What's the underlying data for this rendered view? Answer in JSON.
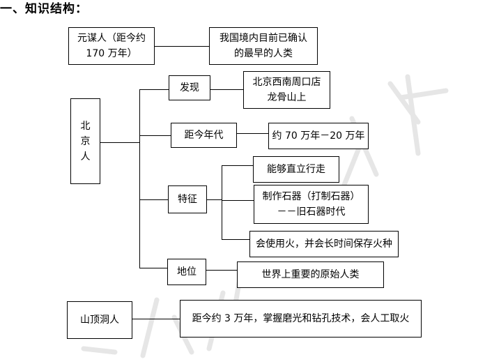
{
  "heading": "一、知识结构：",
  "nodes": {
    "yuanmou": "元谋人（距今约\n170 万年）",
    "yuanmou_desc": "我国境内目前已确认\n的最早的人类",
    "beijing": "北\n京\n人",
    "discovery": "发现",
    "discovery_desc": "北京西南周口店\n龙骨山上",
    "age": "距今年代",
    "age_desc": "约 70 万年－20 万年",
    "features": "特征",
    "feature_1": "能够直立行走",
    "feature_2": "制作石器（打制石器）\n－－旧石器时代",
    "feature_3": "会使用火，并会长时间保存火种",
    "status": "地位",
    "status_desc": "世界上重要的原始人类",
    "shanding": "山顶洞人",
    "shanding_desc": "距今约 3 万年，掌握磨光和钻孔技术，会人工取火"
  }
}
